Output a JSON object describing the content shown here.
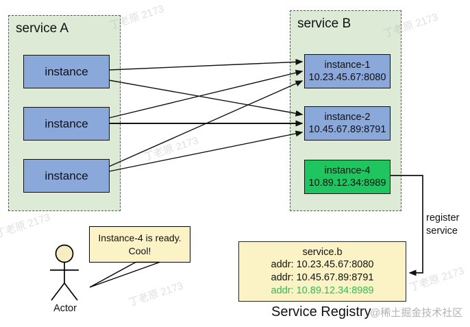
{
  "services": {
    "a": {
      "title": "service A",
      "instances": [
        "instance",
        "instance",
        "instance"
      ]
    },
    "b": {
      "title": "service B",
      "instances": [
        {
          "name": "instance-1",
          "addr": "10.23.45.67:8080",
          "color": "blue"
        },
        {
          "name": "instance-2",
          "addr": "10.45.67.89:8791",
          "color": "blue"
        },
        {
          "name": "instance-4",
          "addr": "10.89.12.34:8989",
          "color": "green"
        }
      ]
    }
  },
  "registry": {
    "label": "Service Registry",
    "service_name": "service.b",
    "addr_lines": [
      {
        "text": "addr: 10.23.45.67:8080",
        "highlight": false
      },
      {
        "text": "addr: 10.45.67.89:8791",
        "highlight": false
      },
      {
        "text": "addr: 10.89.12.34:8989",
        "highlight": true
      }
    ]
  },
  "register_arrow": {
    "label_line1": "register",
    "label_line2": "service"
  },
  "actor": {
    "label": "Actor",
    "speech_line1": "Instance-4 is ready.",
    "speech_line2": "Cool!"
  },
  "watermarks": {
    "text": "丁老原 2173",
    "credit": "@稀土掘金技术社区"
  },
  "colors": {
    "container_bg": "#dcead6",
    "instance_blue": "#8aa8da",
    "instance_green": "#1fc55e",
    "note_yellow": "#fbf3c5",
    "highlight_addr_green": "#2dbd51",
    "line_black": "#111111"
  }
}
